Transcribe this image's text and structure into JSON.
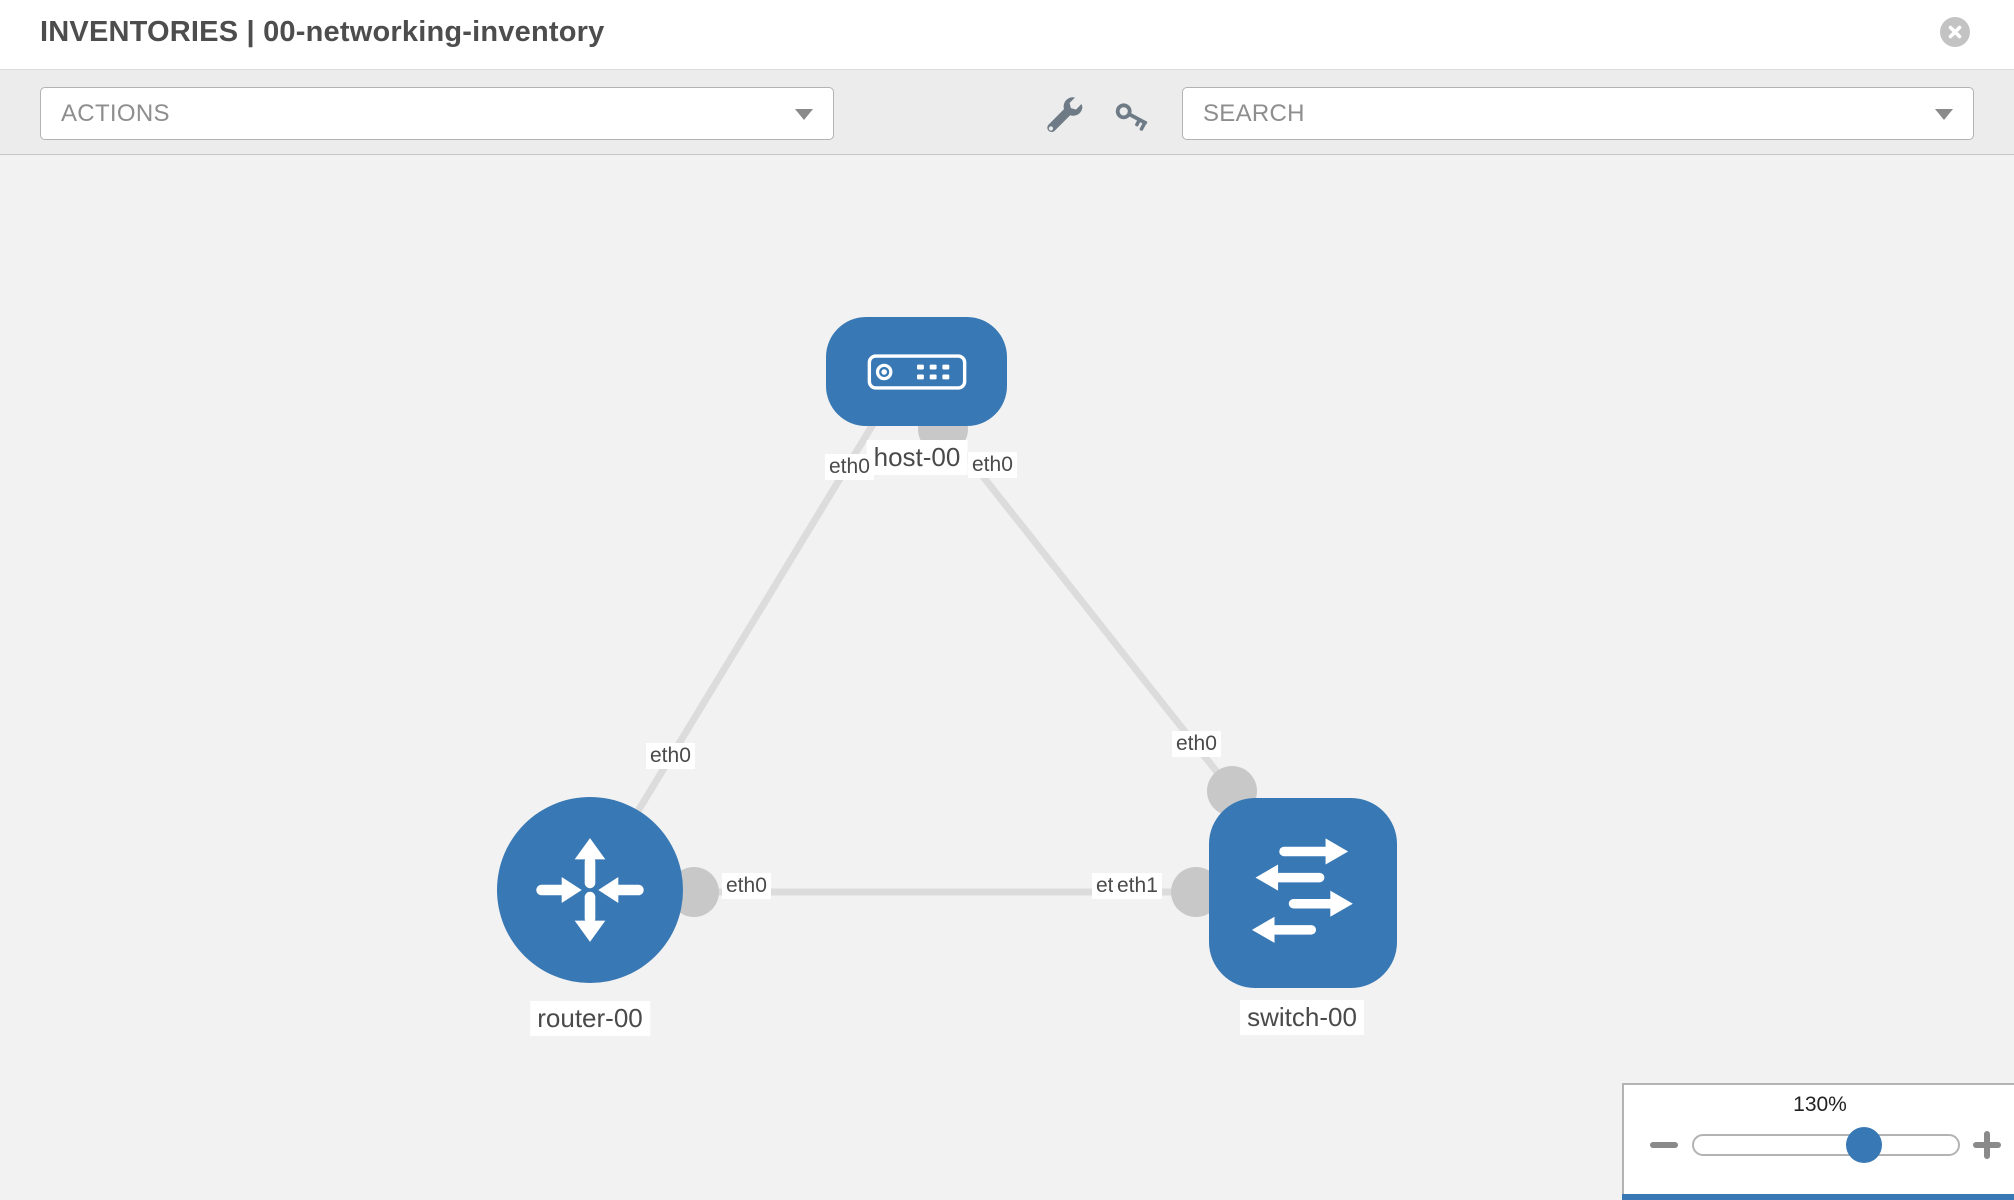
{
  "header": {
    "title": "INVENTORIES | 00-networking-inventory",
    "close_icon": "x-circle"
  },
  "toolbar": {
    "actions_label": "ACTIONS",
    "search_placeholder": "SEARCH",
    "icons": [
      "wrench-icon",
      "key-icon"
    ]
  },
  "canvas": {
    "nodes": [
      {
        "id": "host-00",
        "label": "host-00",
        "type": "host",
        "shape": "rounded-rect",
        "icon": "server-icon"
      },
      {
        "id": "router-00",
        "label": "router-00",
        "type": "router",
        "shape": "circle",
        "icon": "route-arrows-icon"
      },
      {
        "id": "switch-00",
        "label": "switch-00",
        "type": "switch",
        "shape": "rounded-square",
        "icon": "switch-arrows-icon"
      }
    ],
    "links": [
      {
        "from": "host-00",
        "from_iface": "eth0",
        "to": "router-00",
        "to_iface": "eth0"
      },
      {
        "from": "host-00",
        "from_iface": "eth0",
        "to": "switch-00",
        "to_iface": "eth0"
      },
      {
        "from": "router-00",
        "from_iface": "eth0",
        "to": "switch-00",
        "to_iface": "eth1"
      }
    ]
  },
  "zoom_control": {
    "level": "130%",
    "minus_icon": "minus-icon",
    "plus_icon": "plus-icon"
  },
  "colors": {
    "node_blue": "#3878b4",
    "link_gray": "#dcdcdc",
    "port_gray": "#c8c8c8",
    "canvas_bg": "#f2f2f2",
    "toolbar_bg": "#ececec",
    "icon_gray": "#6e7b87",
    "slider_handle_blue": "#3878b4"
  }
}
